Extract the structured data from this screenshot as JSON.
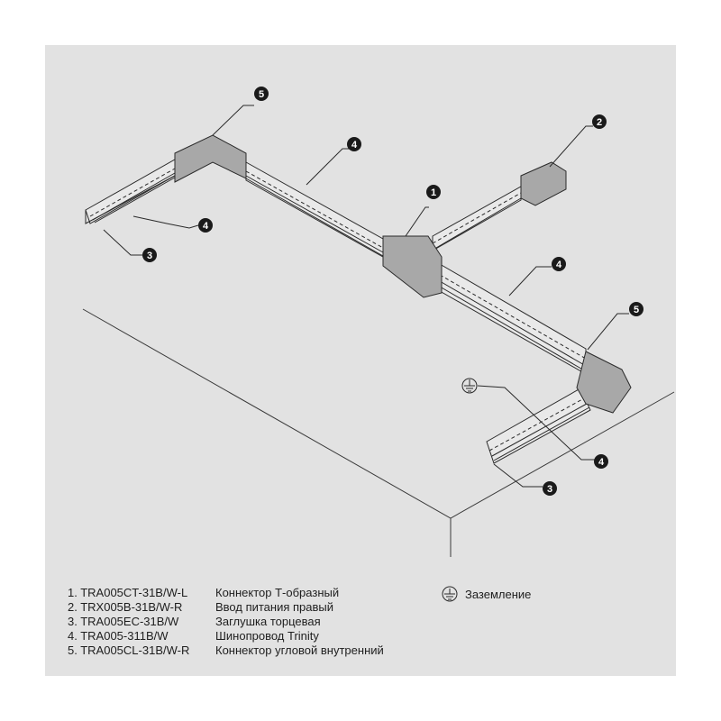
{
  "callouts": [
    {
      "num": "1",
      "name": "Коннектор Т-образный"
    },
    {
      "num": "2",
      "name": "Ввод питания правый"
    },
    {
      "num": "3",
      "name": "Заглушка торцевая"
    },
    {
      "num": "4",
      "name": "Шинопровод Trinity"
    },
    {
      "num": "5",
      "name": "Коннектор угловой внутренний"
    }
  ],
  "legend": [
    {
      "code": "1.  TRA005CT-31B/W-L",
      "name": "Коннектор Т-образный"
    },
    {
      "code": "2. TRX005B-31B/W-R",
      "name": "Ввод питания правый"
    },
    {
      "code": "3. TRA005EC-31B/W",
      "name": "Заглушка торцевая"
    },
    {
      "code": "4. TRA005-311B/W",
      "name": "Шинопровод Trinity"
    },
    {
      "code": "5. TRA005CL-31B/W-R",
      "name": "Коннектор угловой внутренний"
    }
  ],
  "ground": {
    "label": "Заземление",
    "icon": "ground-icon"
  },
  "colors": {
    "background": "#e2e2e2",
    "line": "#2a2a2a",
    "callout": "#1a1a1a",
    "connector": "#a8a8a8"
  }
}
